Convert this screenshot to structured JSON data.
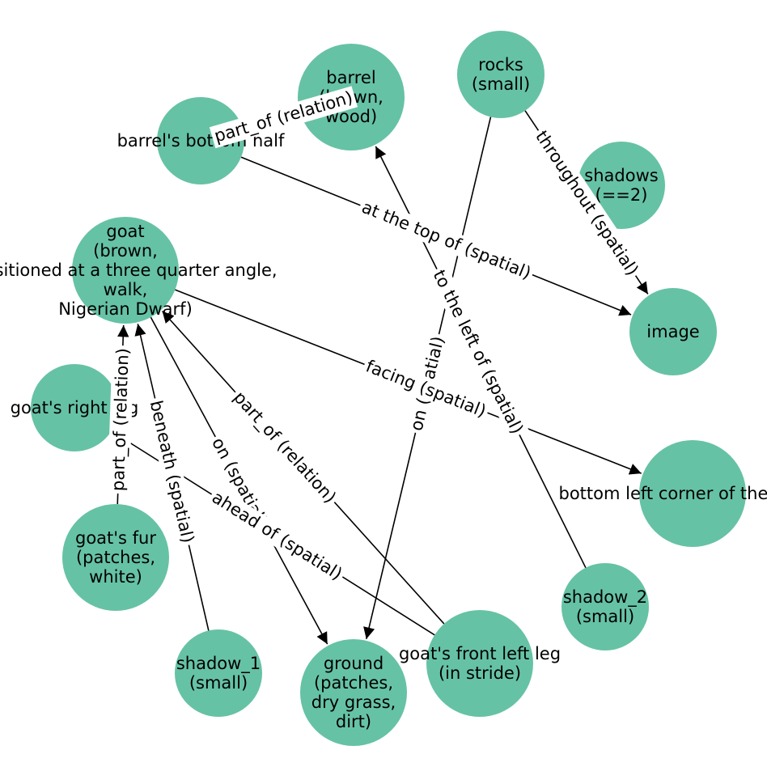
{
  "diagram": {
    "node_color": "#66c2a5",
    "nodes": [
      {
        "id": "barrel",
        "lines": [
          "barrel",
          "(brown,",
          "wood)"
        ]
      },
      {
        "id": "rocks",
        "lines": [
          "rocks",
          "(small)"
        ]
      },
      {
        "id": "barrel_bottom",
        "lines": [
          "barrel's bottom half"
        ]
      },
      {
        "id": "shadows",
        "lines": [
          "shadows",
          "(==2)"
        ]
      },
      {
        "id": "goat",
        "lines": [
          "goat",
          "(brown,",
          "positioned at a three quarter angle,",
          "walk,",
          "Nigerian Dwarf)"
        ]
      },
      {
        "id": "image",
        "lines": [
          "image"
        ]
      },
      {
        "id": "goat_right_leg",
        "lines": [
          "goat's right leg"
        ]
      },
      {
        "id": "bottom_left",
        "lines": [
          "bottom left corner of the image"
        ]
      },
      {
        "id": "goat_fur",
        "lines": [
          "goat's fur",
          "(patches,",
          "white)"
        ]
      },
      {
        "id": "shadow_2",
        "lines": [
          "shadow_2",
          "(small)"
        ]
      },
      {
        "id": "shadow_1",
        "lines": [
          "shadow_1",
          "(small)"
        ]
      },
      {
        "id": "ground",
        "lines": [
          "ground",
          "(patches,",
          "dry grass,",
          "dirt)"
        ]
      },
      {
        "id": "goat_front_left_leg",
        "lines": [
          "goat's front left leg",
          "(in stride)"
        ]
      }
    ],
    "edges": [
      {
        "from": "barrel_bottom",
        "to": "barrel",
        "label": "part_of (relation)",
        "arrow": false
      },
      {
        "from": "barrel_bottom",
        "to": "image",
        "label": "at the top of (spatial)",
        "arrow": true
      },
      {
        "from": "rocks",
        "to": "image",
        "label": "throughout (spatial)",
        "arrow": true
      },
      {
        "from": "rocks",
        "to": "ground",
        "label": "on (spatial)",
        "arrow": true
      },
      {
        "from": "shadow_2",
        "to": "barrel",
        "label": "to the left of (spatial)",
        "arrow": true
      },
      {
        "from": "goat",
        "to": "bottom_left",
        "label": "facing (spatial)",
        "arrow": true
      },
      {
        "from": "goat",
        "to": "ground",
        "label": "on (spatial)",
        "arrow": true
      },
      {
        "from": "goat_front_left_leg",
        "to": "goat",
        "label": "part_of (relation)",
        "arrow": true
      },
      {
        "from": "goat_fur",
        "to": "goat",
        "label": "part_of (relation)",
        "arrow": true
      },
      {
        "from": "shadow_1",
        "to": "goat",
        "label": "beneath (spatial)",
        "arrow": true
      },
      {
        "from": "goat_front_left_leg",
        "to": "goat_right_leg",
        "label": "ahead of (spatial)",
        "arrow": false
      }
    ]
  }
}
